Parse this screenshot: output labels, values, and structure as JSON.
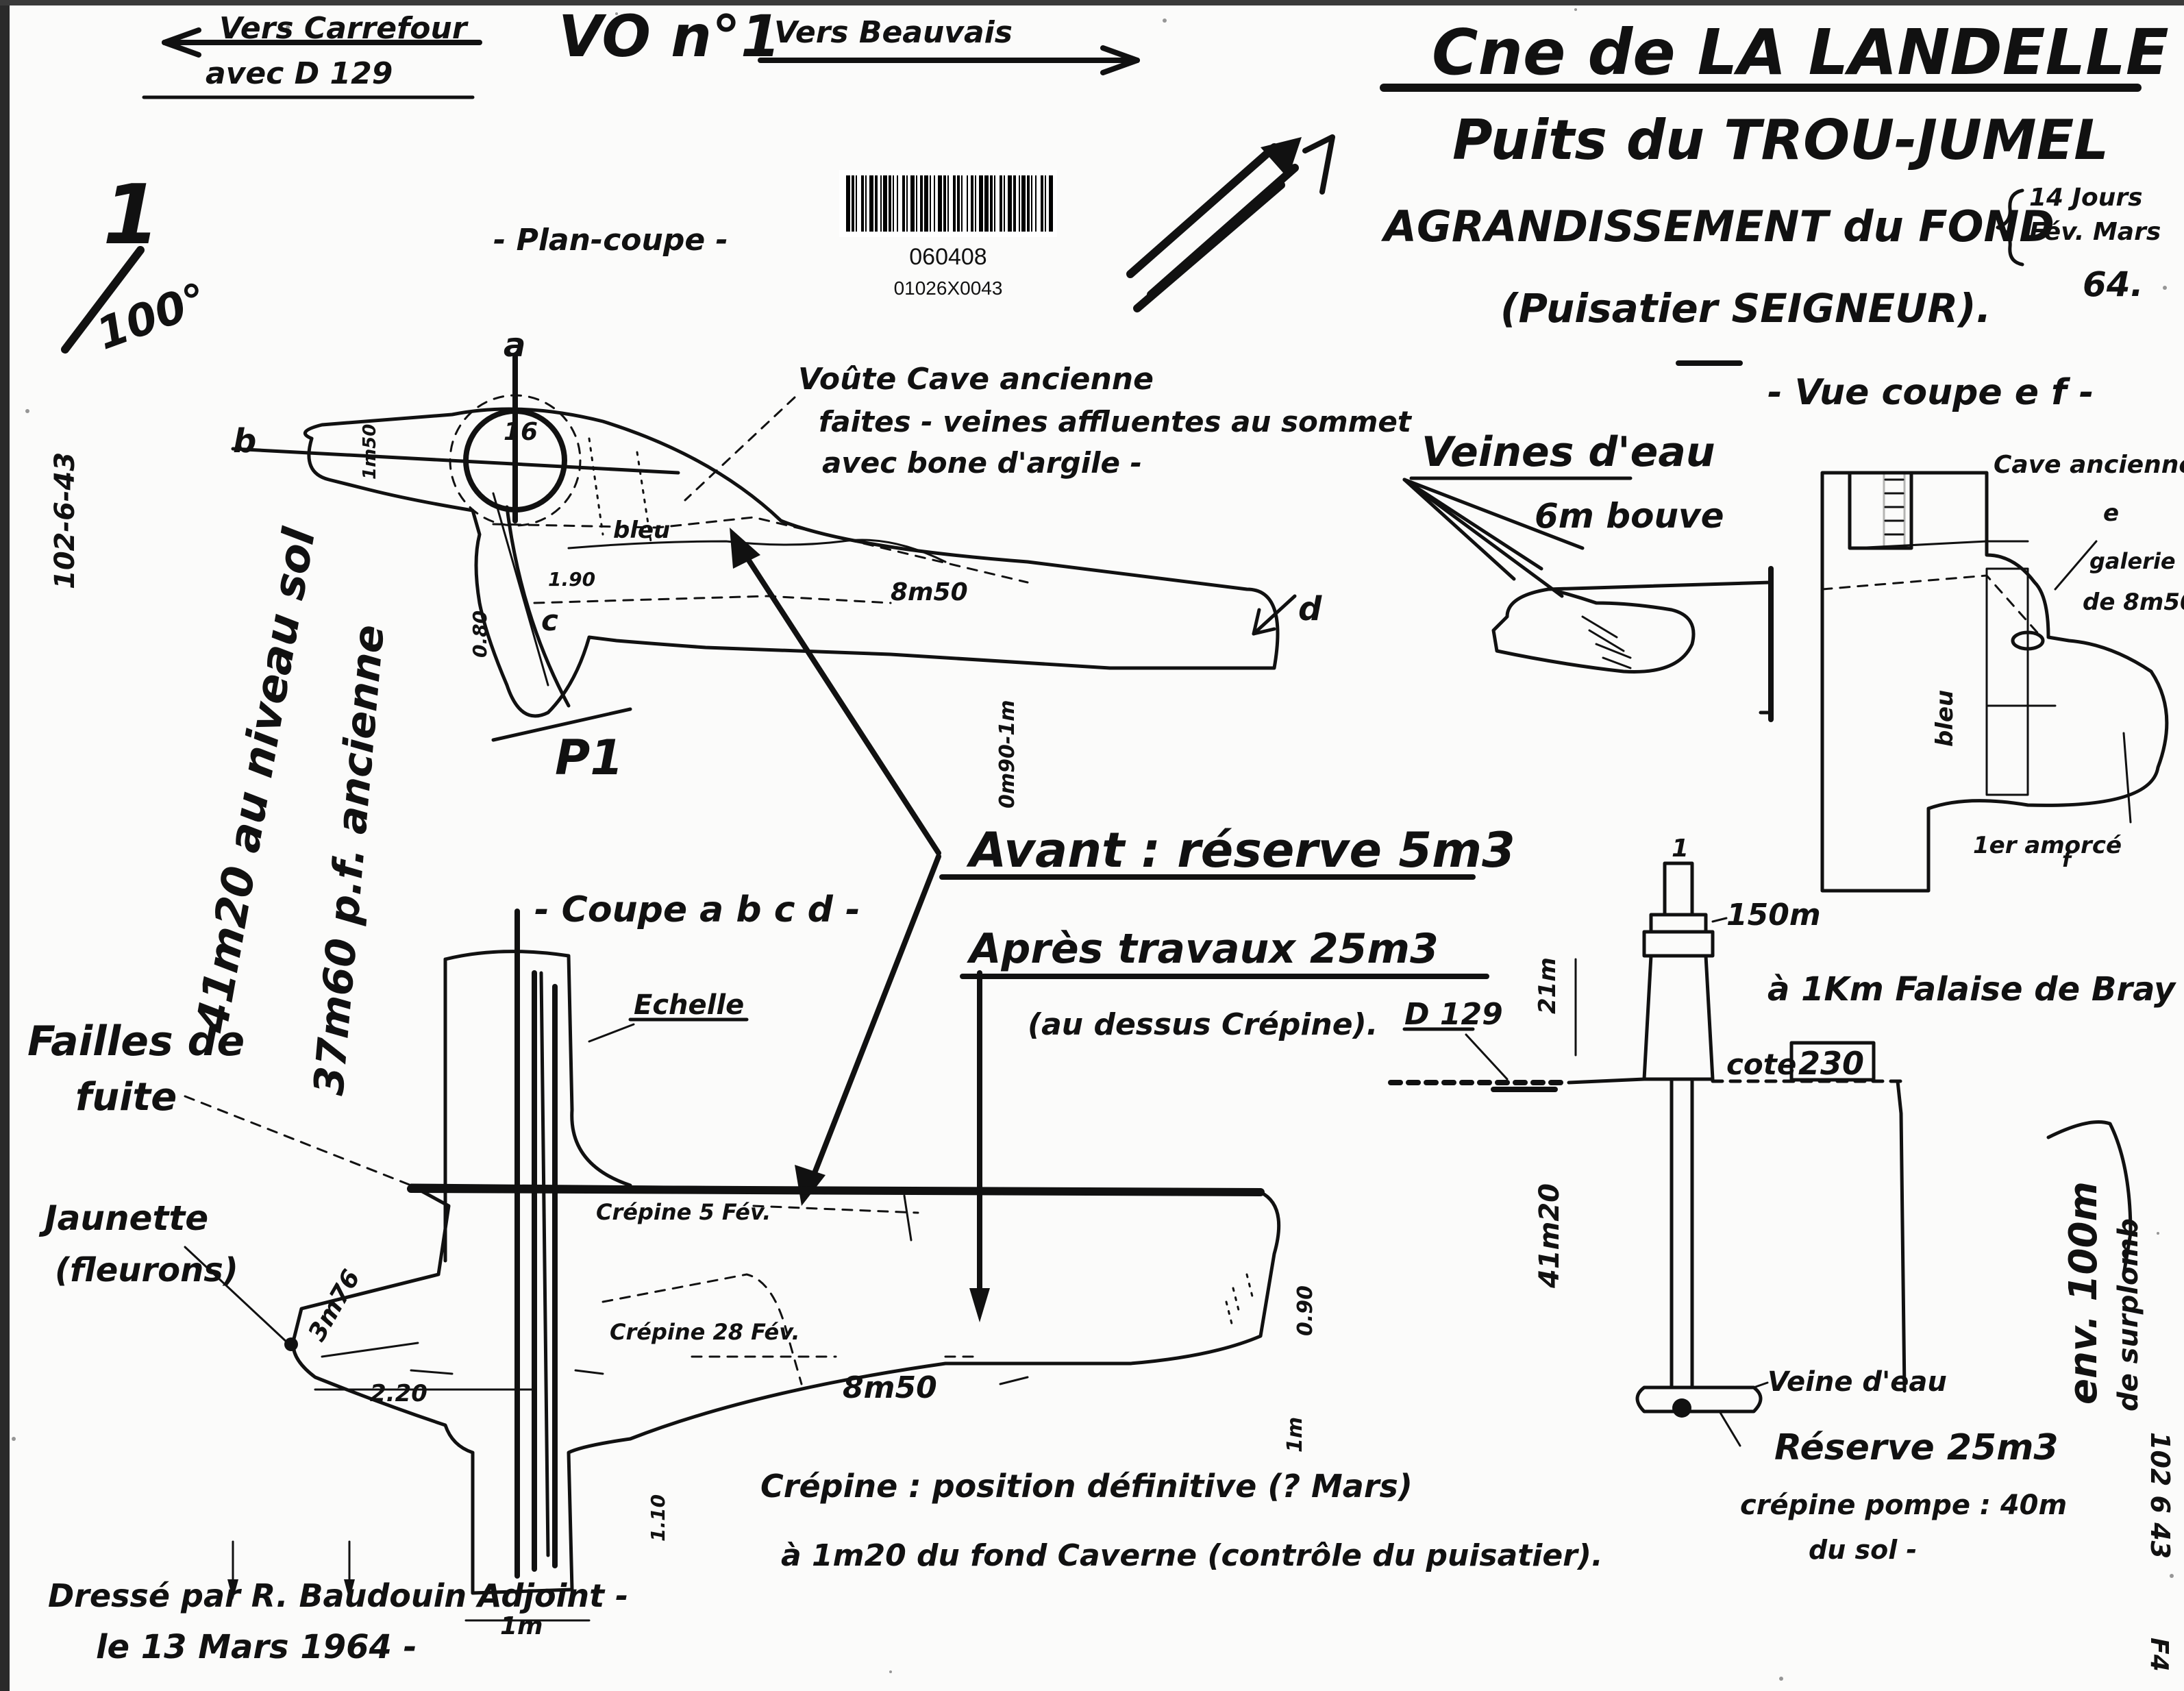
{
  "header": {
    "route_left_line1": "Vers Carrefour",
    "route_left_line2": "avec D 129",
    "route_code": "VO n°1",
    "route_right": "Vers Beauvais",
    "commune": "Cne de LA LANDELLE (Oise)",
    "title": "Puits du TROU-JUMEL",
    "subtitle": "AGRANDISSEMENT du FOND",
    "dates_line1": "14 Jours",
    "dates_line2": "Fév. Mars",
    "dates_line3": "64.",
    "contractor": "(Puisatier SEIGNEUR)."
  },
  "barcode": {
    "number": "060408",
    "code": "01026X0043"
  },
  "scale": {
    "numerator": "1",
    "denominator": "100°"
  },
  "margin_ref": "102-6-43",
  "plan": {
    "title": "- Plan-coupe -",
    "label_a": "a",
    "label_b": "b",
    "label_c": "c",
    "label_d": "d",
    "label_well": "P1",
    "dim_1_90": "1.90",
    "dim_8_50": "8m50",
    "dim_0_90": "0m90-1m",
    "dim_0_80": "0.80",
    "dim_1_50": "1m50",
    "label_bleu": "bleu",
    "annotation_line1": "Voûte Cave ancienne",
    "annotation_line2": "faites - veines affluentes au sommet",
    "annotation_line3": "avec bone d'argile -"
  },
  "section": {
    "title": "- Coupe a b c d -",
    "depth_ground": "41m20 au niveau sol",
    "depth_old": "37m60 p.f. ancienne",
    "label_echelle": "Echelle",
    "label_failles_line1": "Failles de",
    "label_failles_line2": "fuite",
    "label_jaunette_line1": "Jaunette",
    "label_jaunette_line2": "(fleurons)",
    "label_crepine_5": "Crépine 5 Fév.",
    "label_crepine_28": "Crépine 28 Fév.",
    "dim_3_76": "3m76",
    "dim_2_20": "2.20",
    "dim_8_50": "8m50",
    "dim_1m": "1m",
    "dim_0_90": "0.90",
    "dim_1_10": "1.10",
    "crepine_line1": "Crépine : position définitive (? Mars)",
    "crepine_line2": "à 1m20 du fond Caverne (contrôle du puisatier)."
  },
  "reserve": {
    "before": "Avant : réserve 5m3",
    "after": "Après travaux 25m3",
    "after_note": "(au dessus Crépine)."
  },
  "veins": {
    "title": "Veines d'eau",
    "subtitle": "6m bouve"
  },
  "elevation": {
    "title": "- Vue coupe e f -",
    "label_e": "e",
    "label_cave": "Cave ancienne",
    "label_galerie_line1": "galerie",
    "label_galerie_line2": "de 8m50",
    "label_bleu": "bleu",
    "label_premier": "1er amorcé",
    "label_f": "f"
  },
  "tower": {
    "dim_150": "150m",
    "falaise": "à 1Km Falaise de Bray",
    "road": "D 129",
    "cote_label": "cote",
    "cote_value": "230",
    "dim_41": "41m20",
    "dim_21": "21m",
    "veine": "Veine d'eau",
    "reserve": "Réserve 25m3",
    "crepine_line1": "crépine pompe : 40m",
    "crepine_line2": "du sol -",
    "env_line1": "env. 100m",
    "env_line2": "de surplomb",
    "ref_right": "102 6 43"
  },
  "footer": {
    "drawn_line1": "Dressé par R. Baudouin Adjoint -",
    "drawn_line2": "le 13 Mars 1964 -",
    "page_mark": "F4"
  }
}
